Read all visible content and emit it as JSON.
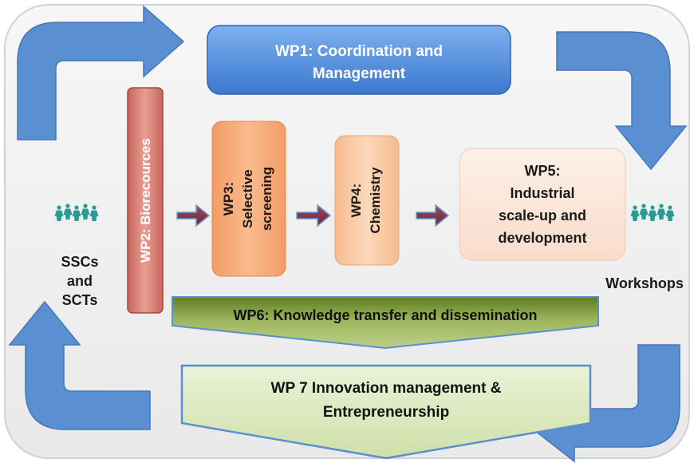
{
  "wp1": {
    "line1": "WP1: Coordination and",
    "line2": "Management"
  },
  "wp2": {
    "label": "WP2: Biorecources"
  },
  "wp3": {
    "line1": "WP3:",
    "line2": "Selective",
    "line3": "screening"
  },
  "wp4": {
    "line1": "WP4:",
    "line2": "Chemistry"
  },
  "wp5": {
    "line1": "WP5:",
    "line2": "Industrial",
    "line3": "scale-up and",
    "line4": "development"
  },
  "wp6": {
    "label": "WP6: Knowledge transfer and dissemination"
  },
  "wp7": {
    "line1": "WP 7 Innovation management &",
    "line2": "Entrepreneurship"
  },
  "left_group": {
    "icon": "people-group-icon",
    "line1": "SSCs",
    "line2": "and",
    "line3": "SCTs"
  },
  "right_group": {
    "icon": "people-group-icon",
    "label": "Workshops"
  },
  "colors": {
    "cycle_arrow": "#5b8fd0",
    "wp1": "#4a86d8",
    "wp2": "#d07468",
    "wp3": "#f4a878",
    "wp4": "#f8c8a0",
    "wp5": "#fbe6da",
    "wp6": "#7a9438",
    "wp7": "#e0ecc8",
    "flow_arrow": "#8a3a4c",
    "people": "#2a9c94"
  }
}
